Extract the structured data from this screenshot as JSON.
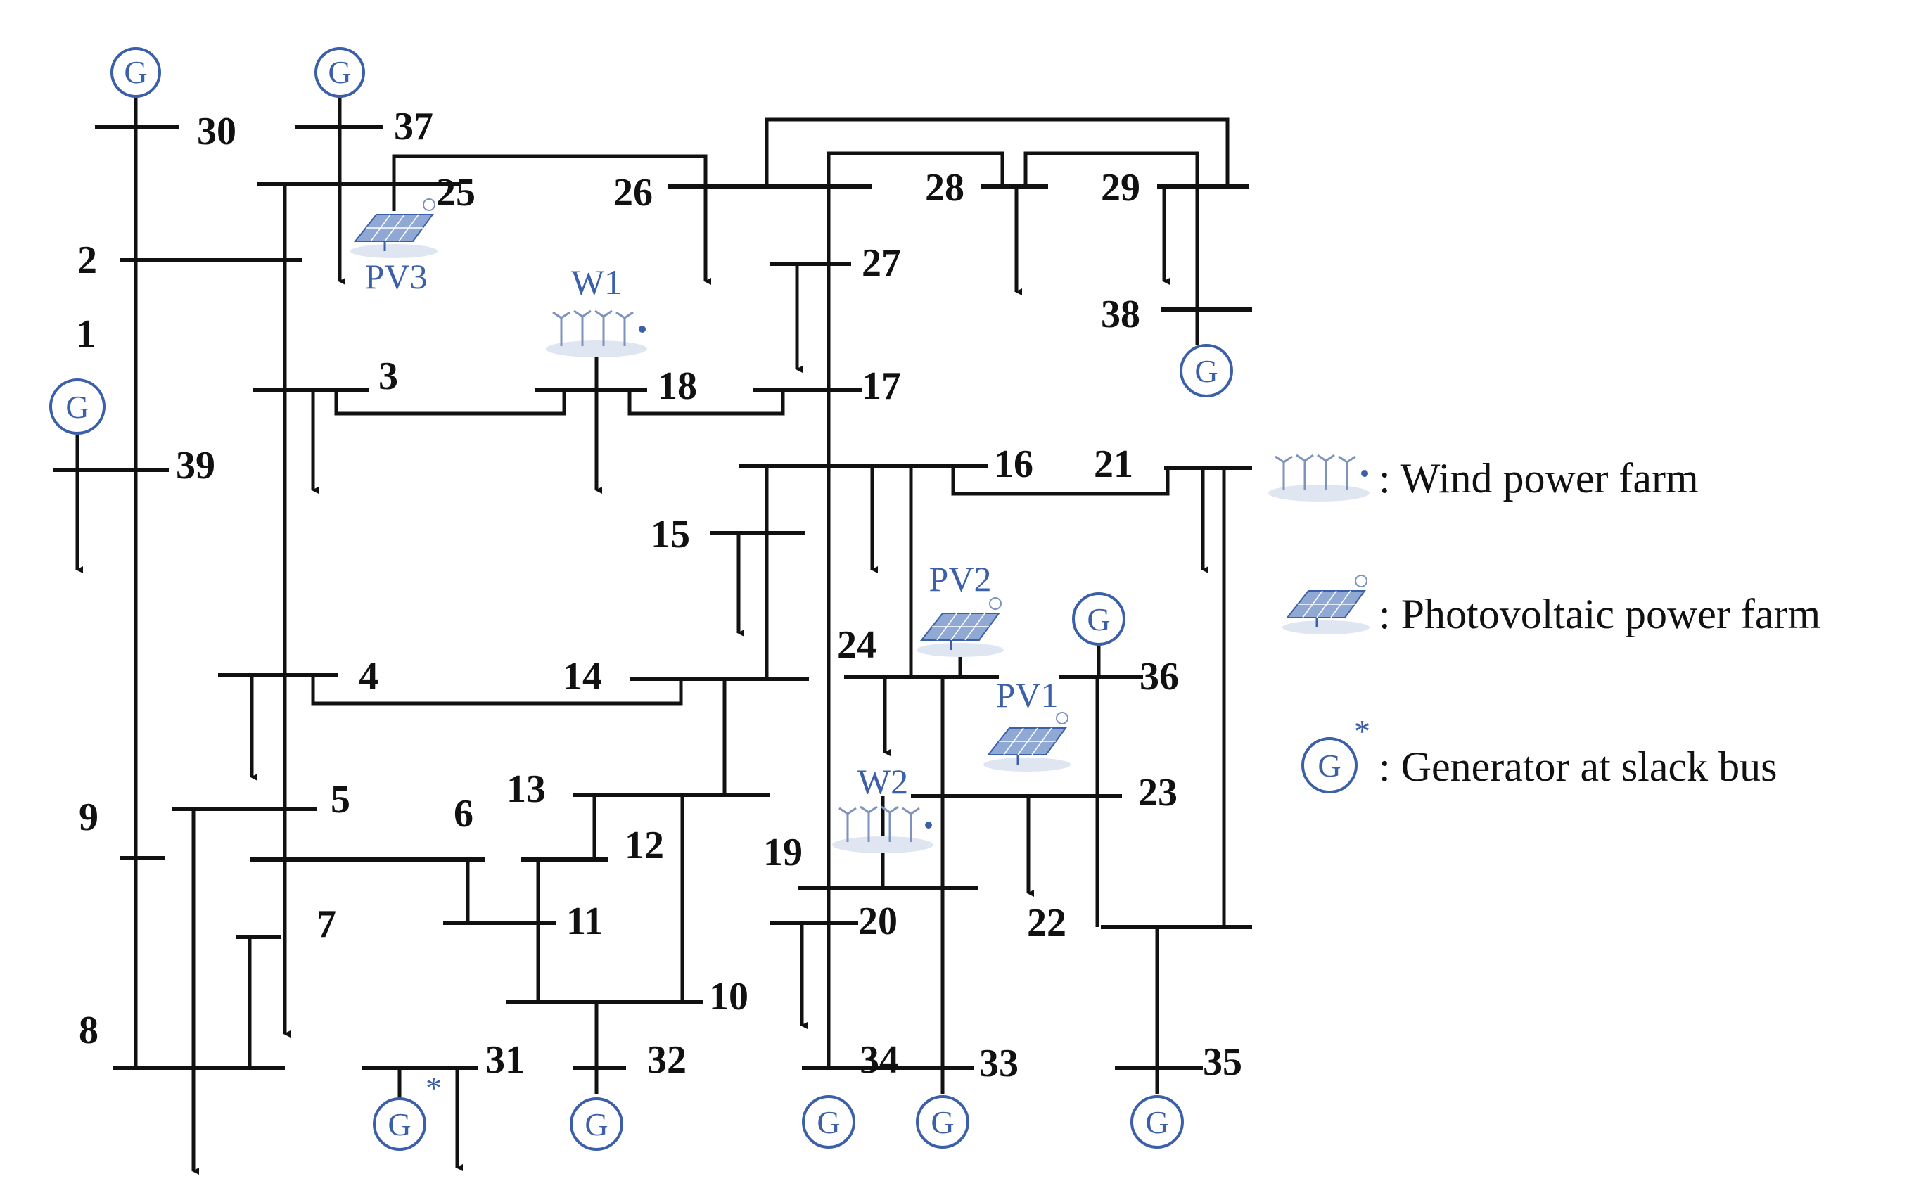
{
  "buses": [
    {
      "id": "b1",
      "label": "1"
    },
    {
      "id": "b2",
      "label": "2"
    },
    {
      "id": "b3",
      "label": "3"
    },
    {
      "id": "b4",
      "label": "4"
    },
    {
      "id": "b5",
      "label": "5"
    },
    {
      "id": "b6",
      "label": "6"
    },
    {
      "id": "b7",
      "label": "7"
    },
    {
      "id": "b8",
      "label": "8"
    },
    {
      "id": "b9",
      "label": "9"
    },
    {
      "id": "b10",
      "label": "10"
    },
    {
      "id": "b11",
      "label": "11"
    },
    {
      "id": "b12",
      "label": "12"
    },
    {
      "id": "b13",
      "label": "13"
    },
    {
      "id": "b14",
      "label": "14"
    },
    {
      "id": "b15",
      "label": "15"
    },
    {
      "id": "b16",
      "label": "16"
    },
    {
      "id": "b17",
      "label": "17"
    },
    {
      "id": "b18",
      "label": "18"
    },
    {
      "id": "b19",
      "label": "19"
    },
    {
      "id": "b20",
      "label": "20"
    },
    {
      "id": "b21",
      "label": "21"
    },
    {
      "id": "b22",
      "label": "22"
    },
    {
      "id": "b23",
      "label": "23"
    },
    {
      "id": "b24",
      "label": "24"
    },
    {
      "id": "b25",
      "label": "25"
    },
    {
      "id": "b26",
      "label": "26"
    },
    {
      "id": "b27",
      "label": "27"
    },
    {
      "id": "b28",
      "label": "28"
    },
    {
      "id": "b29",
      "label": "29"
    },
    {
      "id": "b30",
      "label": "30"
    },
    {
      "id": "b31",
      "label": "31"
    },
    {
      "id": "b32",
      "label": "32"
    },
    {
      "id": "b33",
      "label": "33"
    },
    {
      "id": "b34",
      "label": "34"
    },
    {
      "id": "b35",
      "label": "35"
    },
    {
      "id": "b36",
      "label": "36"
    },
    {
      "id": "b37",
      "label": "37"
    },
    {
      "id": "b38",
      "label": "38"
    },
    {
      "id": "b39",
      "label": "39"
    }
  ],
  "generator_symbol": "G",
  "slack_marker": "*",
  "sources": {
    "pv1": "PV1",
    "pv2": "PV2",
    "pv3": "PV3",
    "w1": "W1",
    "w2": "W2"
  },
  "legend": {
    "wind": ": Wind power farm",
    "pv": ": Photovoltaic power farm",
    "slack": ": Generator at slack bus"
  },
  "colors": {
    "line": "#111111",
    "accent": "#3b5fa8"
  },
  "icons": {
    "wind": "wind-turbines-icon",
    "pv": "solar-panel-icon",
    "generator": "generator-icon"
  }
}
